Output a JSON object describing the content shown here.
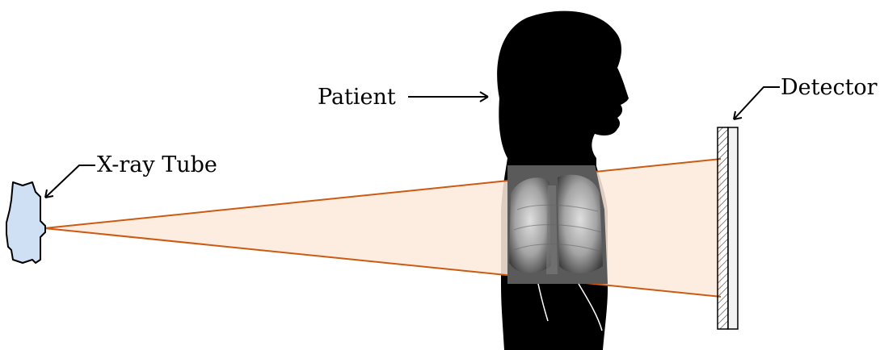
{
  "labels": {
    "xray_tube": "X-ray Tube",
    "patient": "Patient",
    "detector": "Detector"
  },
  "colors": {
    "beam_fill": "#fde9dc",
    "beam_edge": "#cc5a12",
    "tube_fill": "#cfe0f4",
    "silhouette": "#000000",
    "lung_light": "#d9d9d9",
    "lung_dark": "#4a4a4a",
    "detector_fill": "#f2f2f2"
  }
}
